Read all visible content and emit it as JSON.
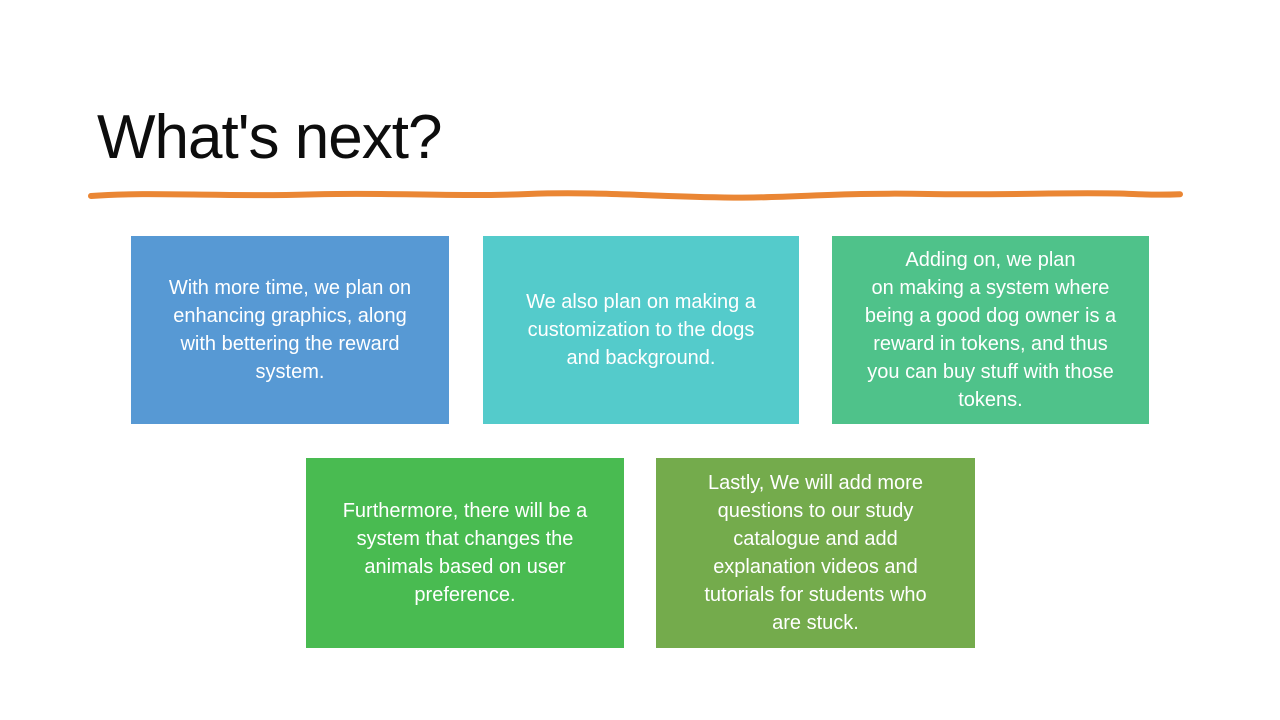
{
  "slide": {
    "title": "What's next?",
    "colors": {
      "background": "#ffffff",
      "title": "#0d0d0d",
      "divider": "#ea8634",
      "box_text": "#ffffff",
      "box_blue": "#5799d4",
      "box_teal": "#54cbcb",
      "box_green": "#4fc28a",
      "box_bright_green": "#49bb51",
      "box_olive": "#74ab4c"
    },
    "boxes": [
      {
        "name": "graphics-reward",
        "color": "#5799d4",
        "text": "With more time, we plan on\nenhancing graphics, along\nwith bettering the reward\nsystem."
      },
      {
        "name": "customization",
        "color": "#54cbcb",
        "text": "We also plan on making a\ncustomization to the dogs\nand background."
      },
      {
        "name": "token-system",
        "color": "#4fc28a",
        "text": "Adding on, we plan\non making a system where\nbeing a good dog owner is a\nreward in tokens, and thus\nyou can buy stuff with those\ntokens."
      },
      {
        "name": "animal-preference",
        "color": "#49bb51",
        "text": "Furthermore, there will be a\nsystem that changes the\nanimals based on user\npreference."
      },
      {
        "name": "study-catalogue",
        "color": "#74ab4c",
        "text": "Lastly, We will add more\nquestions to our study\ncatalogue and add\nexplanation videos and\ntutorials for students who\nare stuck."
      }
    ]
  }
}
